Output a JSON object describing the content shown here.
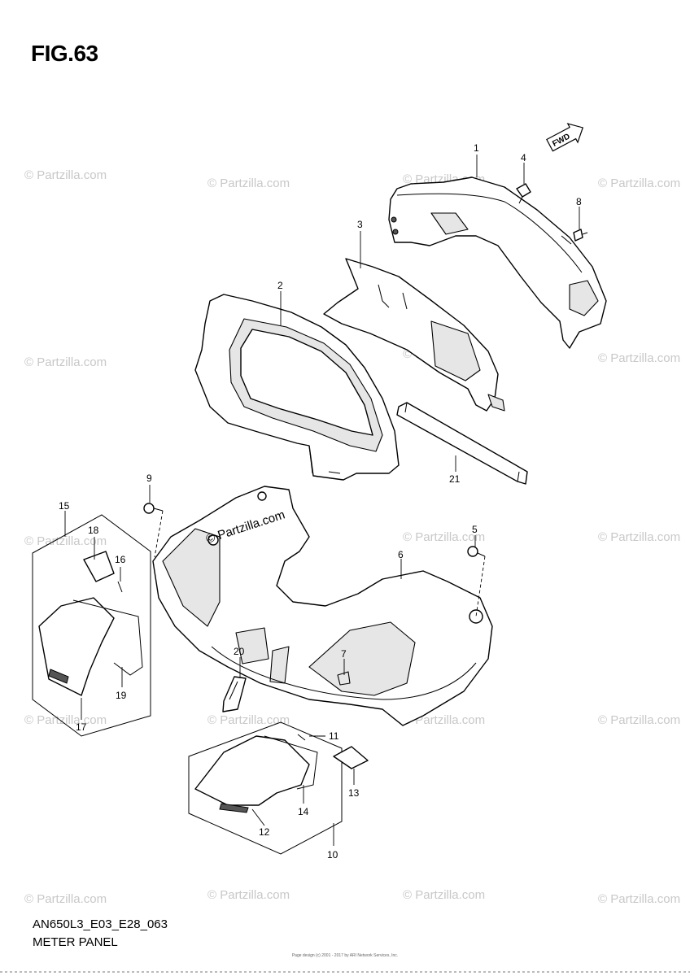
{
  "figure": {
    "title": "FIG.63"
  },
  "footer": {
    "code": "AN650L3_E03_E28_063",
    "name": "METER PANEL"
  },
  "copyright": "Page design (c) 2001 - 2017 by ARI Network Services, Inc.",
  "watermark": {
    "text": "© Partzilla.com",
    "color": "#c8c8c8"
  },
  "fwd_arrow": {
    "label": "FWD"
  },
  "callouts": [
    "1",
    "2",
    "3",
    "4",
    "5",
    "6",
    "7",
    "8",
    "9",
    "10",
    "11",
    "12",
    "13",
    "14",
    "15",
    "16",
    "17",
    "18",
    "19",
    "20",
    "21"
  ]
}
